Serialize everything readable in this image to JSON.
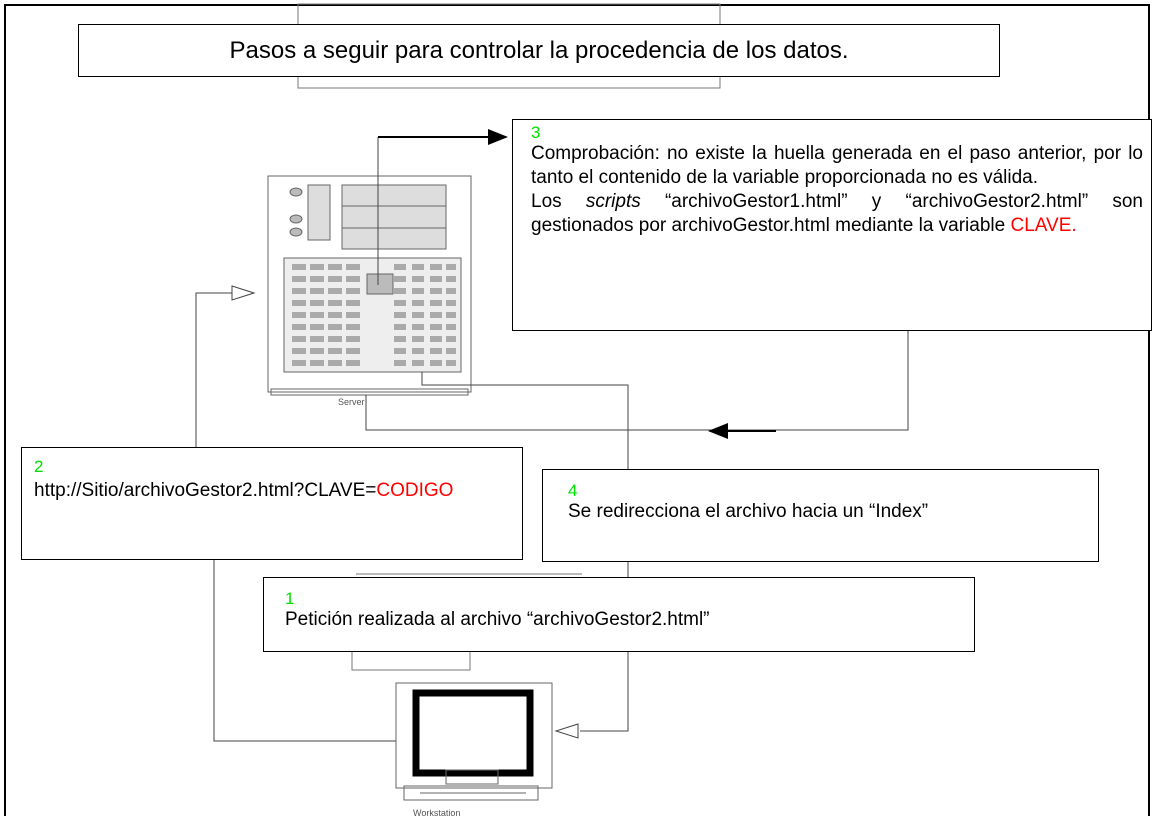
{
  "title": "Pasos a seguir para controlar la procedencia de los datos.",
  "steps": {
    "s3": {
      "num": "3",
      "line1": "Comprobación: no existe la huella generada en el paso anterior, por lo tanto el contenido de la variable proporcionada no es válida.",
      "line2_pre": "Los ",
      "line2_em": "scripts",
      "line2_post": " “archivoGestor1.html” y “archivoGestor2.html” son gestionados por archivoGestor.html mediante la variable ",
      "var": "CLAVE."
    },
    "s2": {
      "num": "2",
      "url_pre": "http://Sitio/archivoGestor2.html?CLAVE=",
      "url_code": "CODIGO"
    },
    "s4": {
      "num": "4",
      "text": "Se redirecciona el archivo hacia un “Index”"
    },
    "s1": {
      "num": "1",
      "text": "Petición realizada al archivo “archivoGestor2.html”"
    }
  },
  "labels": {
    "server": "Server",
    "workstation": "Workstation"
  },
  "colors": {
    "step_number": "#00e000",
    "highlight": "#ff0000"
  }
}
